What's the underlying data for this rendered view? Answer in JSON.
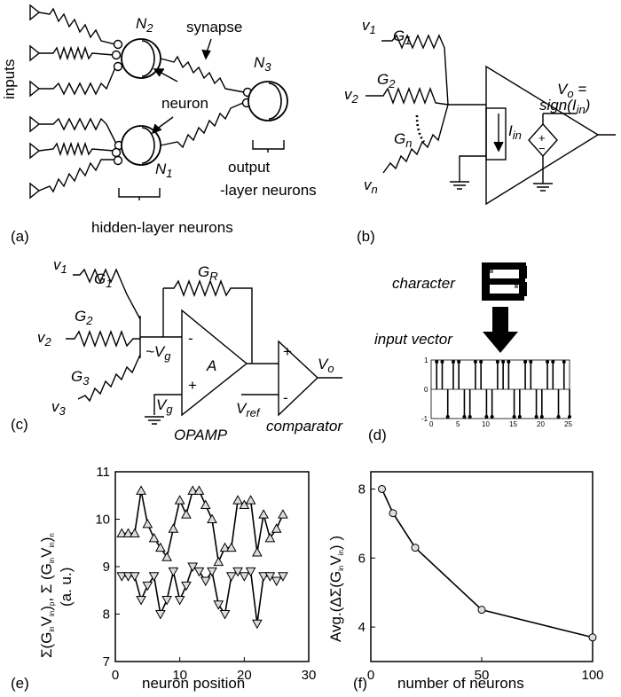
{
  "panel_labels": {
    "a": "(a)",
    "b": "(b)",
    "c": "(c)",
    "d": "(d)",
    "e": "(e)",
    "f": "(f)"
  },
  "panel_a": {
    "inputs": "inputs",
    "n2": "N",
    "n2_sub": "2",
    "n1": "N",
    "n1_sub": "1",
    "n3": "N",
    "n3_sub": "3",
    "synapse": "synapse",
    "neuron": "neuron",
    "output_1": "output",
    "output_2": "-layer neurons",
    "hidden": "hidden-layer neurons"
  },
  "panel_b": {
    "v1": "v",
    "v1_sub": "1",
    "g1": "G",
    "g1_sub": "1",
    "v2": "v",
    "v2_sub": "2",
    "g2": "G",
    "g2_sub": "2",
    "gn": "G",
    "gn_sub": "n",
    "vn": "v",
    "vn_sub": "n",
    "iin": "I",
    "iin_sub": "in",
    "vo_1": "V",
    "vo_1_sub": "o",
    "vo_1b": " =",
    "vo_2": "sign(I",
    "vo_2_sub": "in",
    "vo_2_end": ")",
    "plus": "+",
    "minus": "−"
  },
  "panel_c": {
    "v1": "v",
    "v1_sub": "1",
    "g1": "G",
    "g1_sub": "1",
    "g2": "G",
    "g2_sub": "2",
    "v2": "v",
    "v2_sub": "2",
    "g3": "G",
    "g3_sub": "3",
    "v3": "v",
    "v3_sub": "3",
    "gr": "G",
    "gr_sub": "R",
    "vg_tilde": "~V",
    "vg_tilde_sub": "g",
    "minus": "-",
    "plus": "+",
    "a": "A",
    "vg": "V",
    "vg_sub": "g",
    "opamp": "OPAMP",
    "vref": "V",
    "vref_sub": "ref",
    "comp_plus": "+",
    "comp_minus": "-",
    "vo": "V",
    "vo_sub": "o",
    "comparator": "comparator"
  },
  "panel_d": {
    "character": "character",
    "input_vector": "input vector",
    "yticks": [
      "1",
      "0",
      "-1"
    ],
    "xticks": [
      "0",
      "5",
      "10",
      "15",
      "20",
      "25"
    ]
  },
  "chart_data": [
    {
      "type": "line",
      "ylabel": "Σ(GinVin)p, Σ (GinVin)n (a. u.)",
      "xlabel": "neuron position",
      "xlim": [
        0,
        30
      ],
      "ylim": [
        7,
        11
      ],
      "xticks": [
        "0",
        "10",
        "20",
        "30"
      ],
      "yticks": [
        "7",
        "8",
        "9",
        "10",
        "11"
      ],
      "x": [
        1,
        2,
        3,
        4,
        5,
        6,
        7,
        8,
        9,
        10,
        11,
        12,
        13,
        14,
        15,
        16,
        17,
        18,
        19,
        20,
        21,
        22,
        23,
        24,
        25,
        26
      ],
      "series": [
        {
          "marker": "triangle-up",
          "values": [
            9.7,
            9.7,
            9.7,
            10.6,
            9.9,
            9.6,
            9.4,
            9.2,
            9.8,
            10.4,
            10.1,
            10.6,
            10.6,
            10.3,
            10.0,
            9.1,
            9.4,
            9.4,
            10.4,
            10.3,
            10.4,
            9.3,
            10.1,
            9.6,
            9.8,
            10.1
          ]
        },
        {
          "marker": "triangle-down",
          "values": [
            8.8,
            8.8,
            8.8,
            8.3,
            8.6,
            8.8,
            8.0,
            8.3,
            8.9,
            8.3,
            8.6,
            9.0,
            8.9,
            8.7,
            8.9,
            8.2,
            8.0,
            8.8,
            8.9,
            8.8,
            8.9,
            7.8,
            8.8,
            8.8,
            8.7,
            8.8
          ]
        }
      ]
    },
    {
      "type": "line",
      "ylabel": "Avg.(ΔΣ(GinVin))",
      "xlabel": "number of neurons",
      "xlim": [
        0,
        100
      ],
      "ylim": [
        3,
        8.5
      ],
      "xticks": [
        "0",
        "50",
        "100"
      ],
      "yticks": [
        "4",
        "6",
        "8"
      ],
      "x": [
        5,
        10,
        20,
        50,
        100
      ],
      "series": [
        {
          "marker": "circle",
          "values": [
            8.0,
            7.3,
            6.3,
            4.5,
            3.7
          ]
        }
      ]
    }
  ],
  "chart_text": {
    "e_ylabel_1": "Σ(G",
    "e_ylabel_1s": "in",
    "e_ylabel_1b": "V",
    "e_ylabel_1c": "in",
    "e_ylabel_1d": ")",
    "e_ylabel_1e": "p",
    "e_ylabel_1f": ", Σ (G",
    "e_ylabel_1g": "in",
    "e_ylabel_1h": "V",
    "e_ylabel_1i": "in",
    "e_ylabel_1j": ")",
    "e_ylabel_1k": "n",
    "e_ylabel_2": "(a. u.)",
    "f_ylabel": "Avg.(ΔΣ(G",
    "f_ylabel_s": "in",
    "f_ylabel_b": "V",
    "f_ylabel_c": "in",
    "f_ylabel_d": ") )"
  },
  "pixel_d": [
    1,
    1,
    -1,
    1,
    1,
    -1,
    -1,
    1,
    1,
    -1,
    -1,
    1,
    1,
    1,
    -1,
    -1,
    1,
    1,
    -1,
    -1,
    1,
    1,
    -1,
    1,
    -1
  ]
}
